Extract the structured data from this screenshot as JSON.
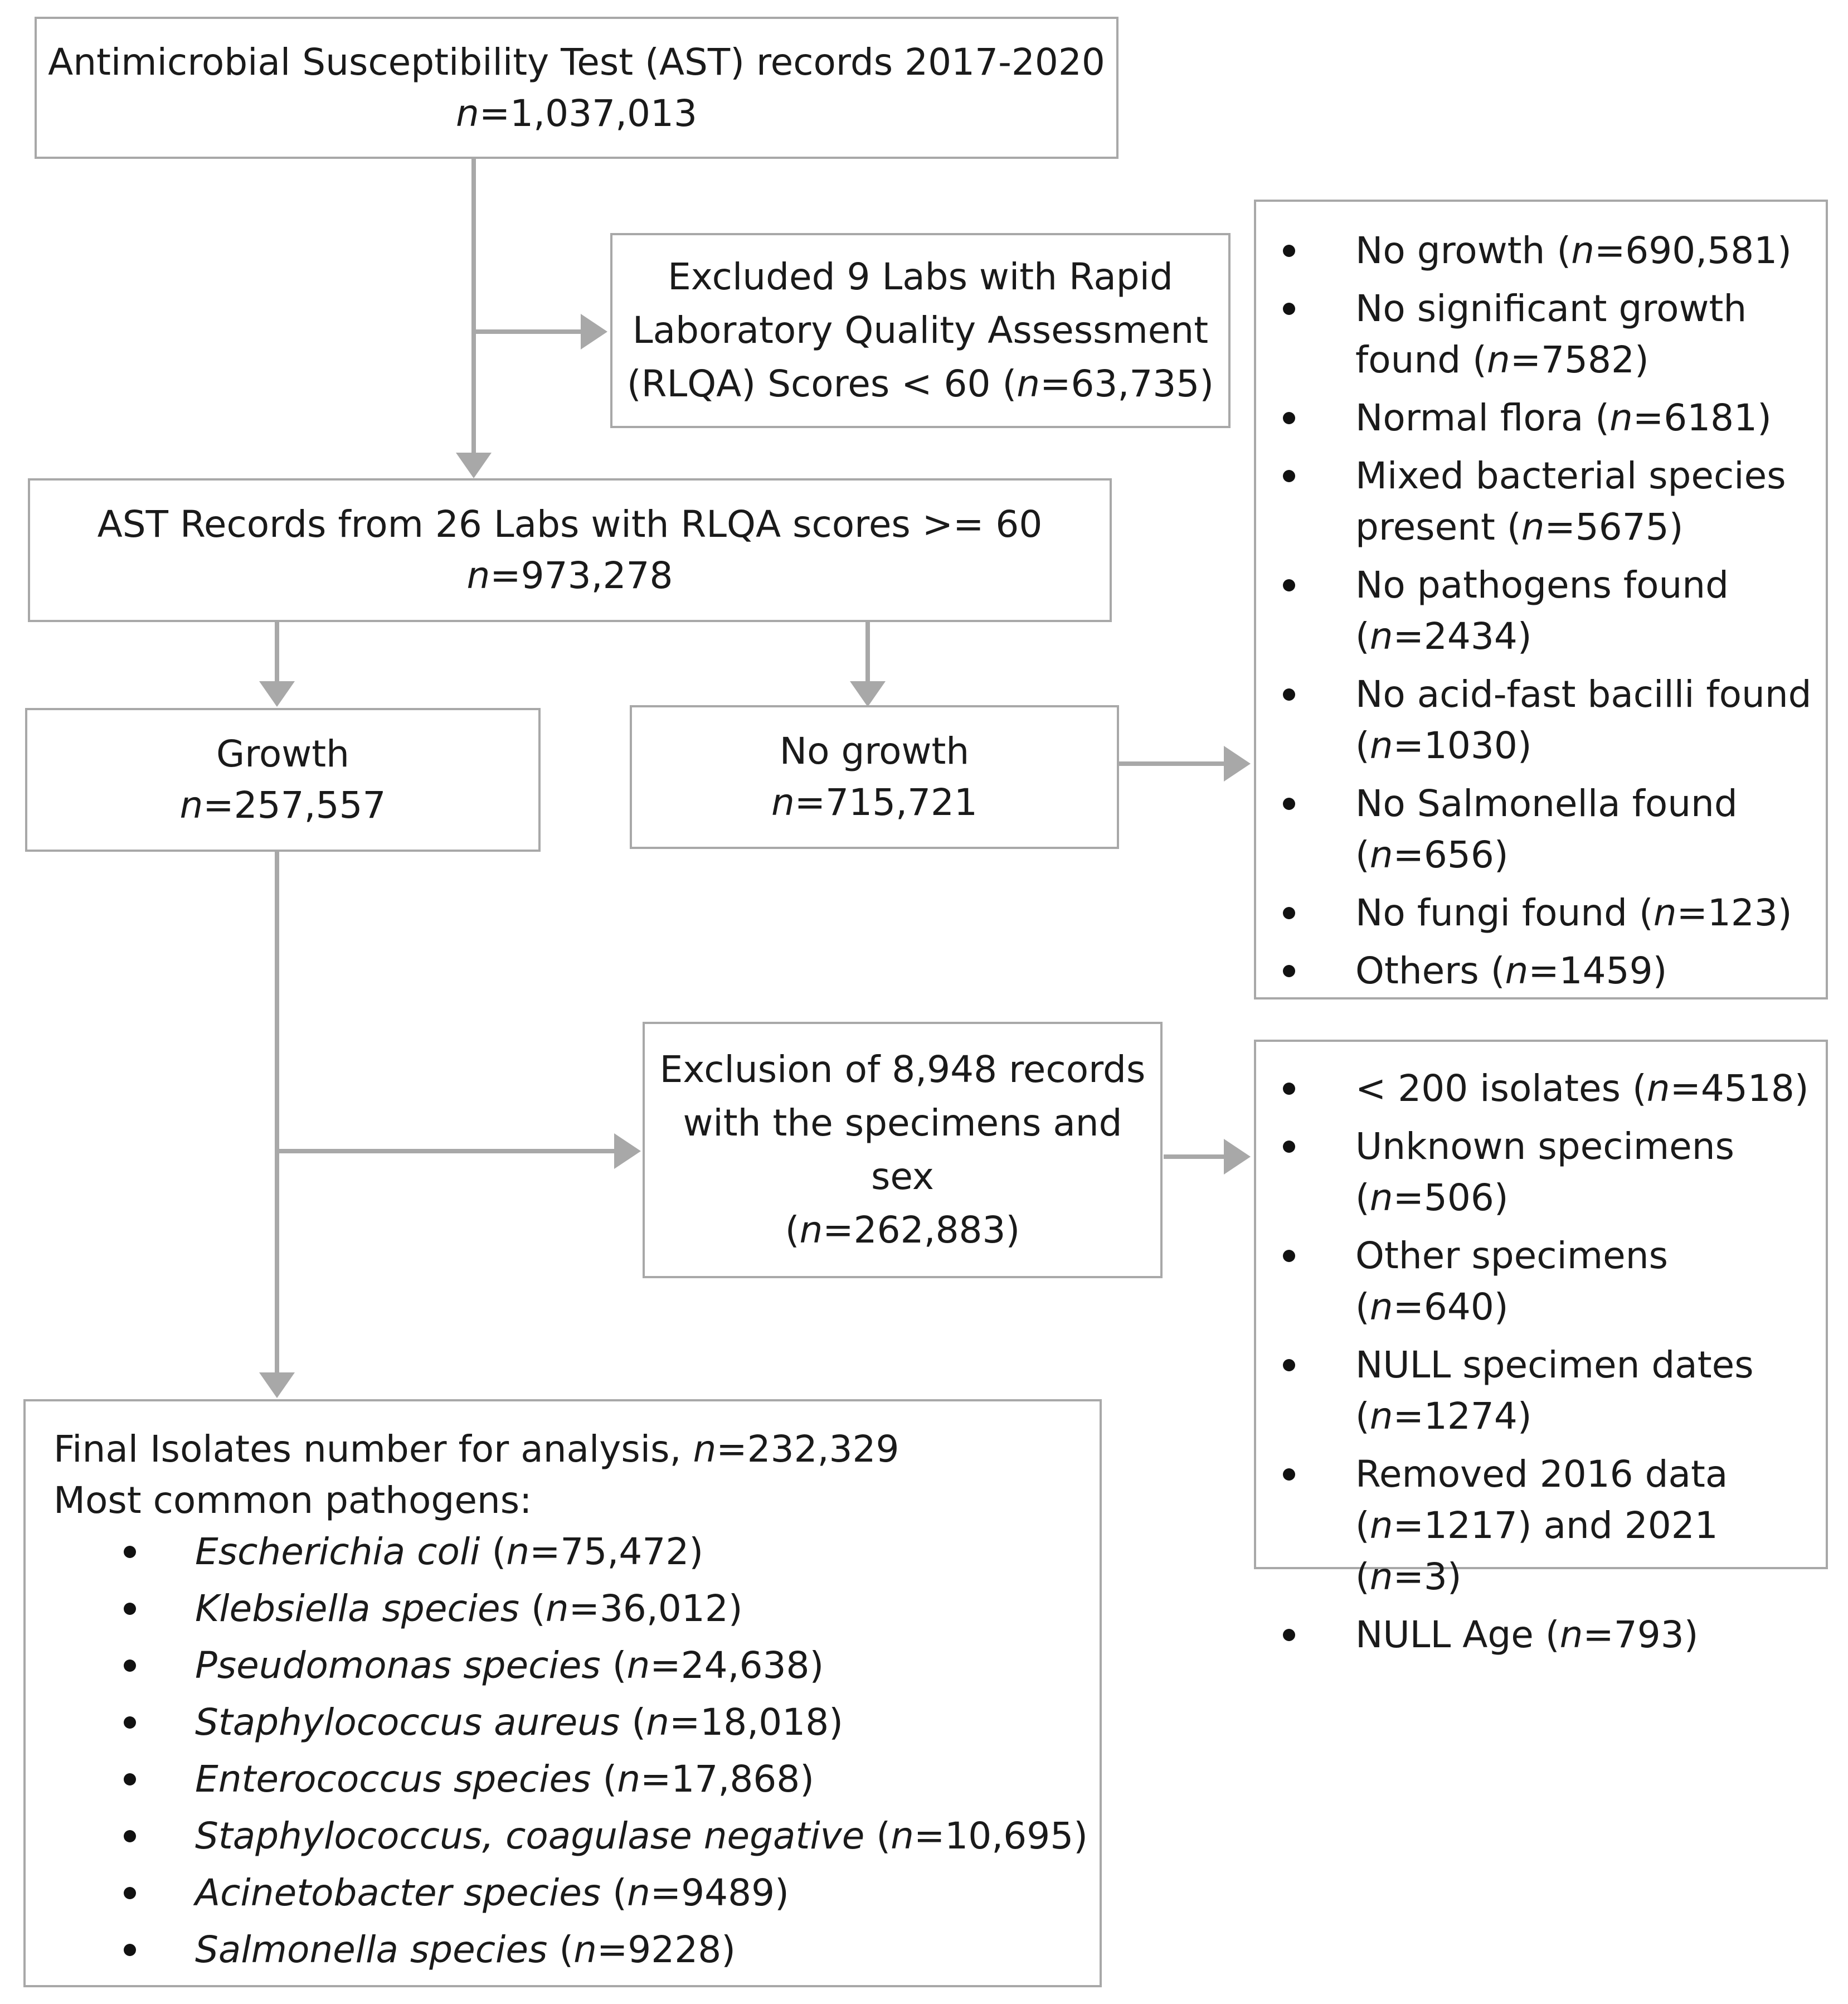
{
  "colors": {
    "border": "#a8a8a8",
    "arrow": "#a8a8a8",
    "text": "#1a1a1a",
    "background": "#ffffff"
  },
  "nodes": {
    "ast_records": {
      "title": "Antimicrobial Susceptibility Test (AST) records 2017-2020",
      "count": "1,037,013"
    },
    "excluded_labs": {
      "line1": "Excluded 9 Labs with Rapid",
      "line2": "Laboratory Quality Assessment",
      "line3": "(RLQA) Scores < 60 (",
      "count": "63,735"
    },
    "ast_26_labs": {
      "title": "AST Records from 26 Labs with RLQA scores >= 60",
      "count": "973,278"
    },
    "growth": {
      "title": "Growth",
      "count": "257,557"
    },
    "no_growth": {
      "title": "No growth",
      "count": "715,721"
    },
    "exclusion_8948": {
      "line1": "Exclusion of 8,948 records",
      "line2": "with the specimens and",
      "line3": "sex",
      "count": "262,883"
    },
    "final": {
      "title": "Final Isolates number for analysis, ",
      "count": "232,329",
      "subtitle": "Most common pathogens:",
      "pathogens": [
        {
          "name": "Escherichia coli",
          "count": "75,472"
        },
        {
          "name": "Klebsiella species",
          "count": "36,012"
        },
        {
          "name": "Pseudomonas species",
          "count": "24,638"
        },
        {
          "name": "Staphylococcus aureus",
          "count": "18,018"
        },
        {
          "name": "Enterococcus species",
          "count": "17,868"
        },
        {
          "name": "Staphylococcus, coagulase negative",
          "count": "10,695"
        },
        {
          "name": "Acinetobacter species",
          "count": "9489"
        },
        {
          "name": "Salmonella species",
          "count": "9228"
        }
      ]
    }
  },
  "no_growth_breakdown": [
    {
      "label": "No growth (",
      "count": "690,581"
    },
    {
      "label": "No significant growth found (",
      "count": "7582"
    },
    {
      "label": "Normal flora (",
      "count": "6181"
    },
    {
      "label": "Mixed bacterial species present (",
      "count": "5675"
    },
    {
      "label": "No pathogens found (",
      "count": "2434"
    },
    {
      "label": "No acid-fast bacilli found (",
      "count": "1030"
    },
    {
      "label": "No Salmonella found (",
      "count": "656"
    },
    {
      "label": "No fungi found (",
      "count": "123"
    },
    {
      "label": "Others (",
      "count": "1459"
    }
  ],
  "exclusion_breakdown": {
    "isolates": {
      "label": "< 200 isolates (",
      "count": "4518"
    },
    "unknown": {
      "label": "Unknown specimens (",
      "count": "506"
    },
    "other": {
      "label": "Other specimens (",
      "count": "640"
    },
    "null_dates": {
      "label": "NULL specimen dates (",
      "count": "1274"
    },
    "removed": {
      "label1": "Removed 2016 data (",
      "count1": "1217",
      "label2": ") and 2021 (",
      "count2": "3"
    },
    "null_age": {
      "label": "NULL Age (",
      "count": "793"
    }
  }
}
